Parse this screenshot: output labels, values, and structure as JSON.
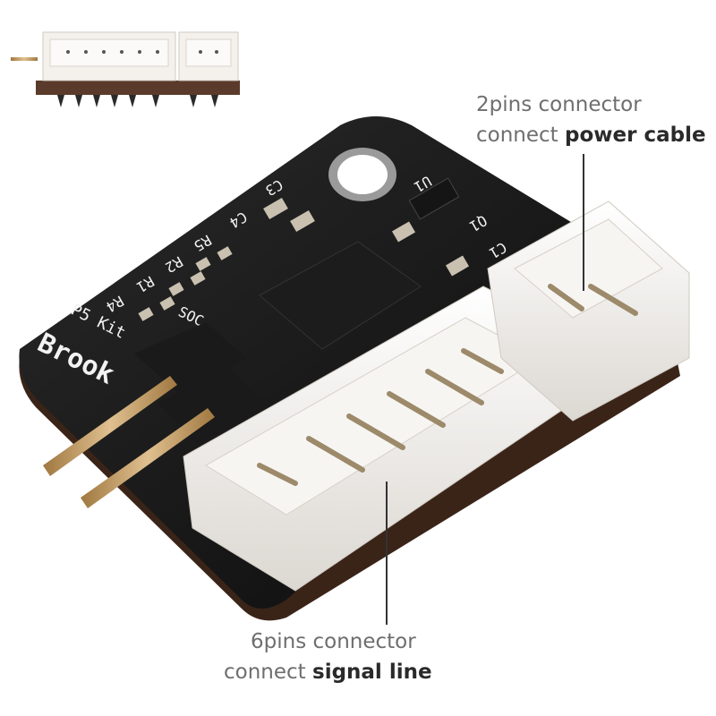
{
  "callouts": {
    "power": {
      "line1": "2pins connector",
      "line2_prefix": "connect ",
      "line2_bold": "power cable"
    },
    "signal": {
      "line1": "6pins connector",
      "line2_prefix": "connect ",
      "line2_bold": "signal line"
    }
  },
  "silkscreen": {
    "brand": "Brook",
    "kit": "P5 Kit",
    "soc": "SOC",
    "parts": [
      "C3",
      "C4",
      "R5",
      "R2",
      "R1",
      "R4",
      "U1",
      "C1",
      "Q1"
    ]
  },
  "colors": {
    "pcb": "#111111",
    "connector": "#f3f0ec",
    "pin": "#c8a060",
    "callout_line": "#333333",
    "text": "#6e6e6e",
    "text_bold": "#2a2a2a"
  }
}
